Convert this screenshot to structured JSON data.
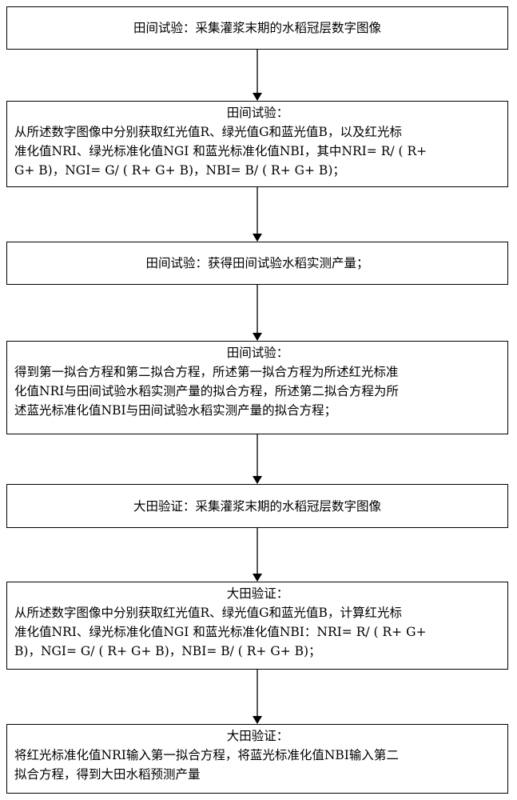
{
  "steps": [
    {
      "type": "single",
      "text": "田间试验：采集灌浆末期的水稻冠层数字图像"
    },
    {
      "type": "multi",
      "head": "田间试验：",
      "lines": [
        "从所述数字图像中分别获取红光值R、绿光值G和蓝光值B，以及红光标",
        "准化值NRI、绿光标准化值NGI 和蓝光标准化值NBI，其中NRI= R/ ( R+",
        "G+ B)，NGI= G/ ( R+ G+ B)，NBI= B/ ( R+ G+ B)；"
      ]
    },
    {
      "type": "single",
      "text": "田间试验：获得田间试验水稻实测产量；"
    },
    {
      "type": "multi",
      "head": "田间试验：",
      "lines": [
        "得到第一拟合方程和第二拟合方程，所述第一拟合方程为所述红光标准",
        "化值NRI与田间试验水稻实测产量的拟合方程，所述第二拟合方程为所",
        "述蓝光标准化值NBI与田间试验水稻实测产量的拟合方程；"
      ]
    },
    {
      "type": "single",
      "text": "大田验证：采集灌浆末期的水稻冠层数字图像"
    },
    {
      "type": "multi",
      "head": "大田验证：",
      "lines": [
        "从所述数字图像中分别获取红光值R、绿光值G和蓝光值B，计算红光标",
        "准化值NRI、绿光标准化值NGI 和蓝光标准化值NBI：NRI= R/ ( R+ G+",
        "B)，NGI= G/ ( R+ G+ B)，NBI= B/ ( R+ G+ B)；"
      ]
    },
    {
      "type": "multi",
      "head": "大田验证：",
      "lines": [
        "将红光标准化值NRI输入第一拟合方程，将蓝光标准化值NBI输入第二",
        "拟合方程，得到大田水稻预测产量"
      ]
    }
  ]
}
